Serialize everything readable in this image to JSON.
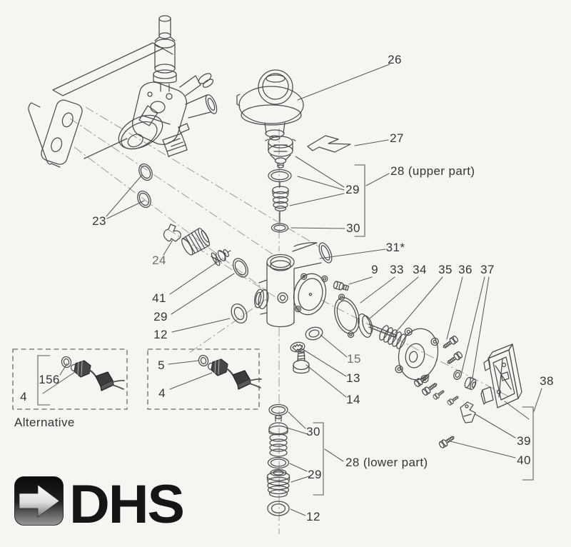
{
  "document": {
    "kind": "exploded-parts-diagram",
    "caption_alternative": "Alternative"
  },
  "labels": [
    {
      "id": "26",
      "text": "26"
    },
    {
      "id": "27",
      "text": "27"
    },
    {
      "id": "28-upper",
      "text": "28 (upper part)"
    },
    {
      "id": "29-upper",
      "text": "29"
    },
    {
      "id": "30-upper",
      "text": "30"
    },
    {
      "id": "23",
      "text": "23"
    },
    {
      "id": "24",
      "text": "24"
    },
    {
      "id": "41",
      "text": "41"
    },
    {
      "id": "29-mid",
      "text": "29"
    },
    {
      "id": "12-mid",
      "text": "12"
    },
    {
      "id": "31-star",
      "text": "31*"
    },
    {
      "id": "9",
      "text": "9"
    },
    {
      "id": "33",
      "text": "33"
    },
    {
      "id": "34",
      "text": "34"
    },
    {
      "id": "35",
      "text": "35"
    },
    {
      "id": "36",
      "text": "36"
    },
    {
      "id": "37",
      "text": "37"
    },
    {
      "id": "15",
      "text": "15"
    },
    {
      "id": "13",
      "text": "13"
    },
    {
      "id": "14",
      "text": "14"
    },
    {
      "id": "156",
      "text": "156"
    },
    {
      "id": "4-alt",
      "text": "4"
    },
    {
      "id": "alternative",
      "text": "Alternative"
    },
    {
      "id": "5",
      "text": "5"
    },
    {
      "id": "4-std",
      "text": "4"
    },
    {
      "id": "30-lower",
      "text": "30"
    },
    {
      "id": "28-lower",
      "text": "28 (lower part)"
    },
    {
      "id": "29-lower",
      "text": "29"
    },
    {
      "id": "12-lower",
      "text": "12"
    },
    {
      "id": "38",
      "text": "38"
    },
    {
      "id": "39",
      "text": "39"
    },
    {
      "id": "40",
      "text": "40"
    }
  ],
  "logo": {
    "text": "DHS",
    "icon": "right-arrow-icon",
    "box_color": "#141414"
  },
  "colors": {
    "paper": "#f6f5f2",
    "line": "#4c4c4c",
    "label": "#353535",
    "centerline": "#9b9b9b"
  }
}
